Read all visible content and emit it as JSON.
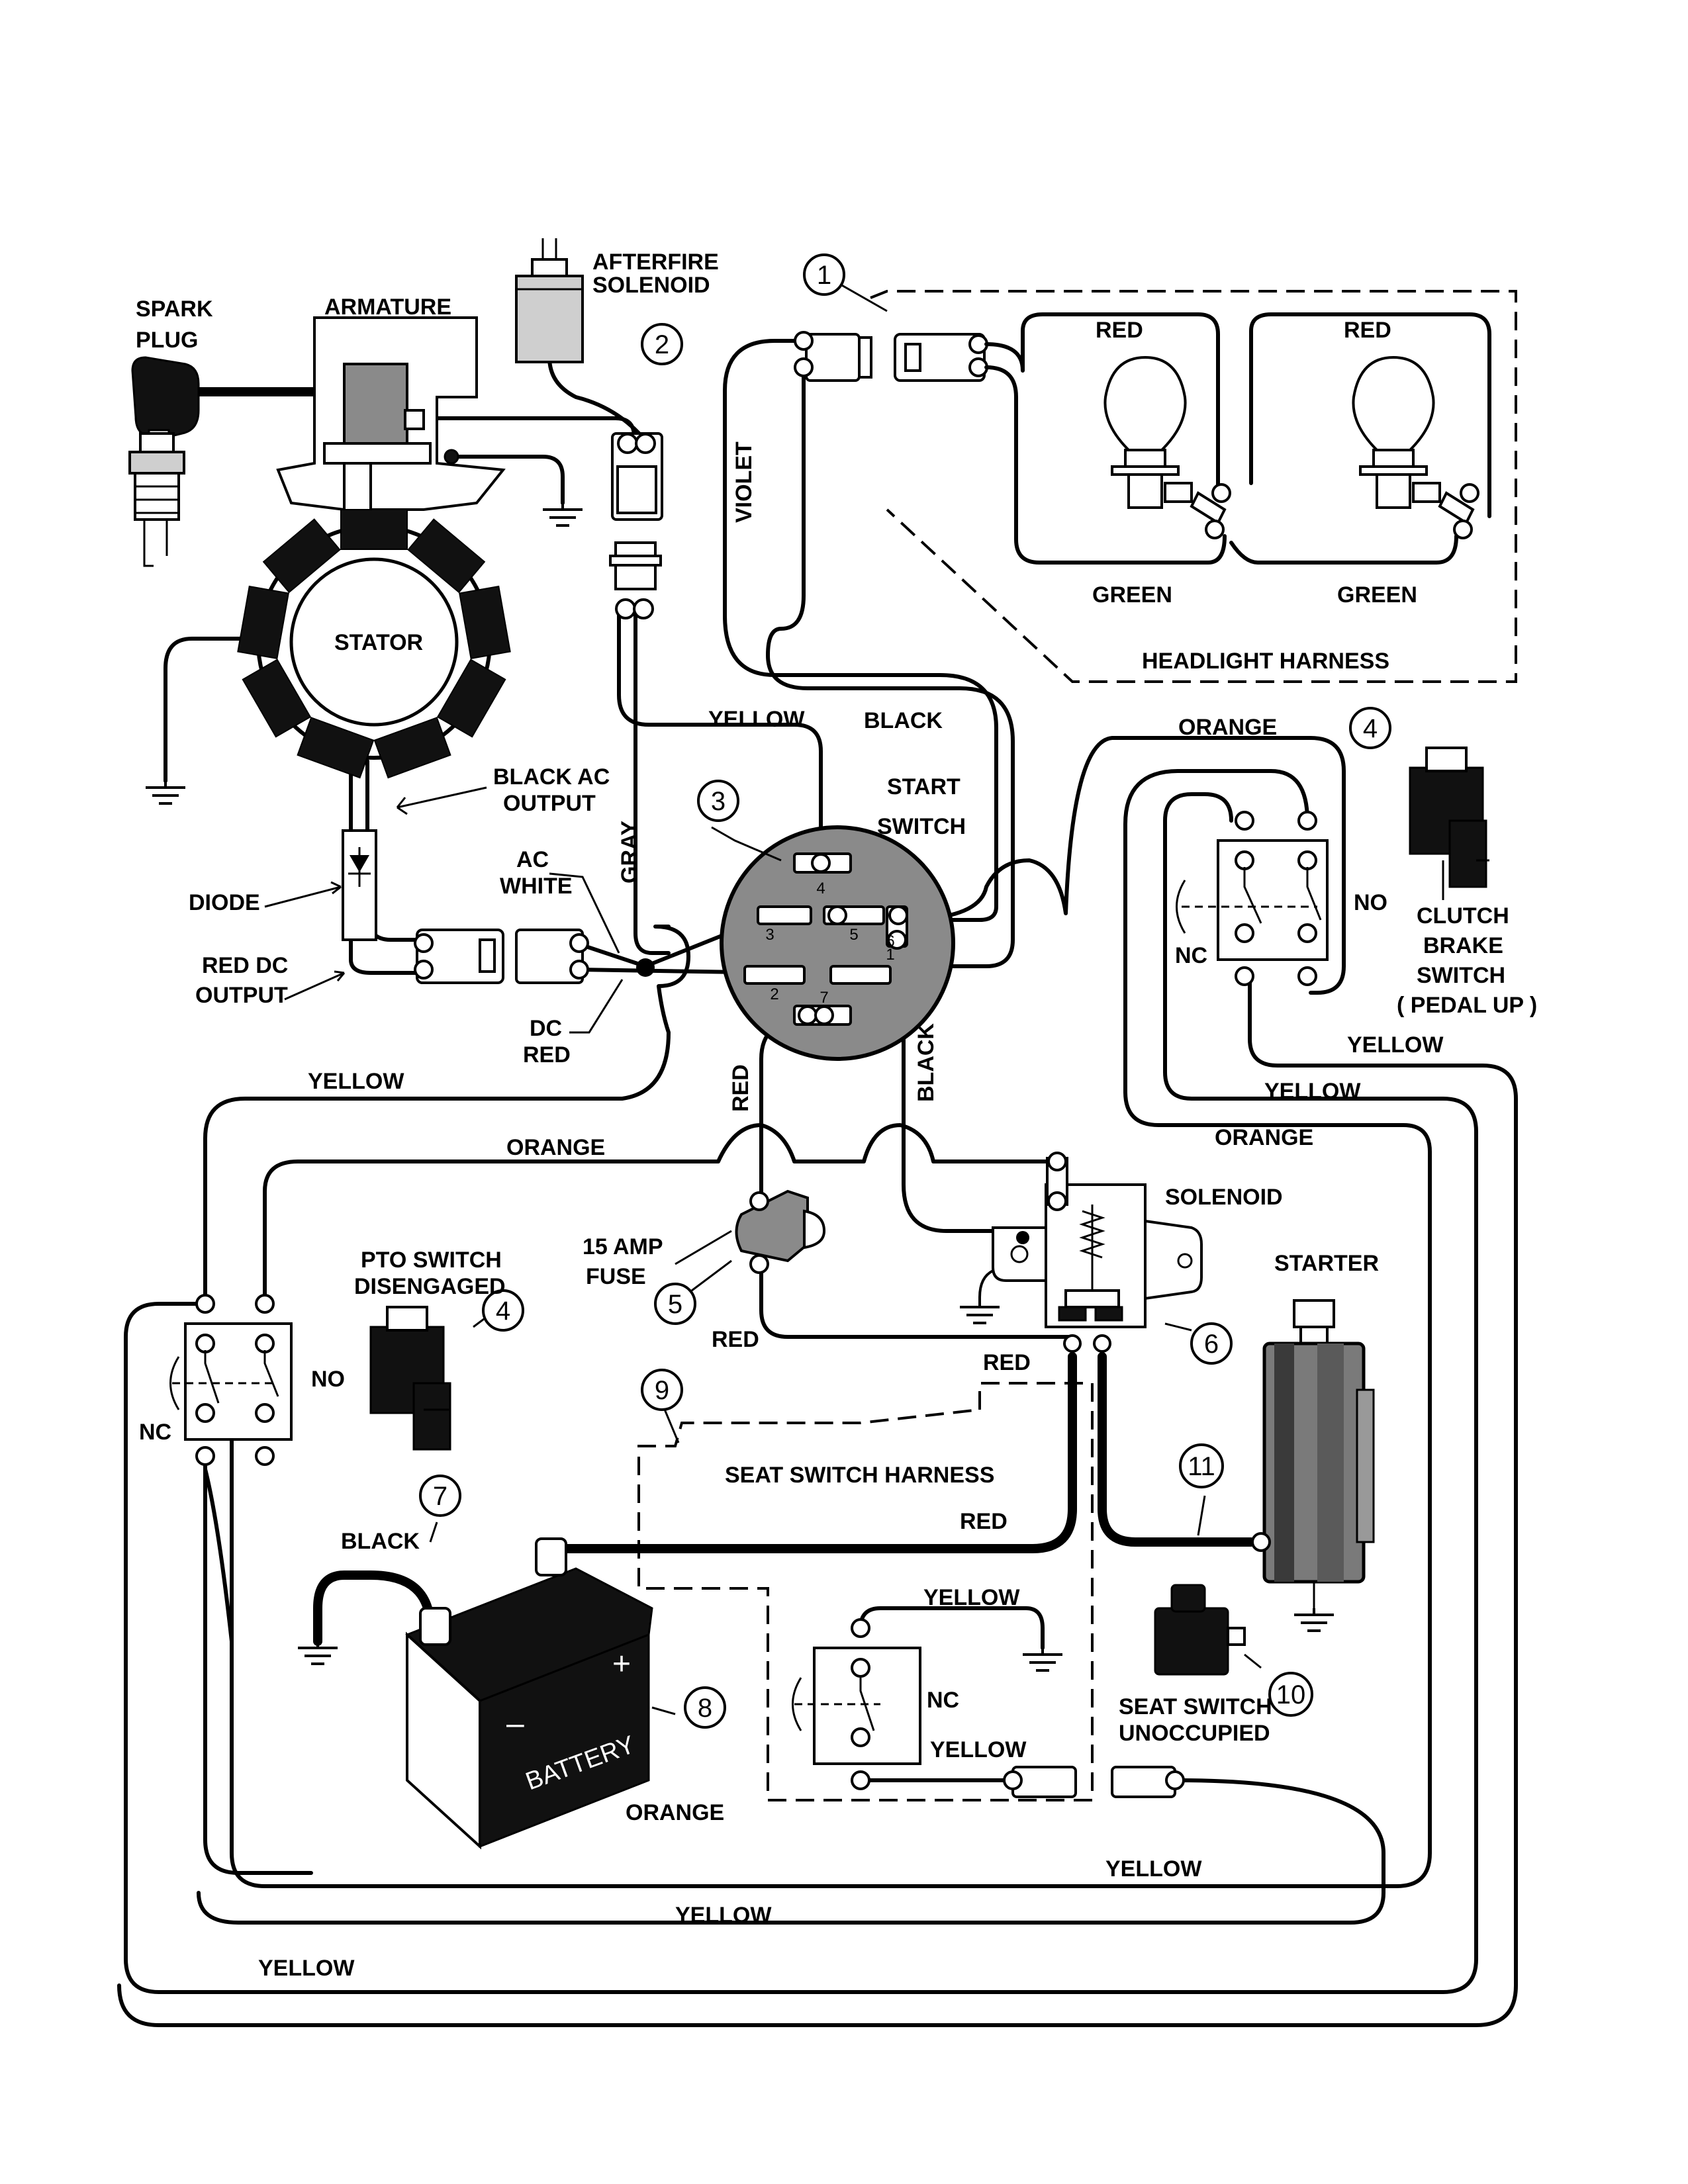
{
  "labels": {
    "spark_plug_1": "SPARK",
    "spark_plug_2": "PLUG",
    "armature": "ARMATURE",
    "afterfire_1": "AFTERFIRE",
    "afterfire_2": "SOLENOID",
    "stator": "STATOR",
    "black_ac_1": "BLACK AC",
    "black_ac_2": "OUTPUT",
    "diode": "DIODE",
    "red_dc_1": "RED DC",
    "red_dc_2": "OUTPUT",
    "ac_1": "AC",
    "ac_2": "WHITE",
    "dc_1": "DC",
    "dc_2": "RED",
    "gray": "GRAY",
    "violet": "VIOLET",
    "yellow_top": "YELLOW",
    "black_top": "BLACK",
    "start_1": "START",
    "start_2": "SWITCH",
    "orange_top": "ORANGE",
    "red_hl_1": "RED",
    "red_hl_2": "RED",
    "green_1": "GREEN",
    "green_2": "GREEN",
    "headlight_harness": "HEADLIGHT HARNESS",
    "no_clutch": "NO",
    "nc_clutch": "NC",
    "clutch_1": "CLUTCH",
    "clutch_2": "BRAKE",
    "clutch_3": "SWITCH",
    "clutch_4": "( PEDAL UP )",
    "yellow_r1": "YELLOW",
    "yellow_r2": "YELLOW",
    "orange_r": "ORANGE",
    "yellow_left": "YELLOW",
    "orange_mid": "ORANGE",
    "red_v": "RED",
    "black_v": "BLACK",
    "solenoid": "SOLENOID",
    "starter": "STARTER",
    "fuse_1": "15 AMP",
    "fuse_2": "FUSE",
    "red_fuse": "RED",
    "red_sol": "RED",
    "pto_1": "PTO SWITCH",
    "pto_2": "DISENGAGED",
    "no_pto": "NO",
    "nc_pto": "NC",
    "black_batt": "BLACK",
    "seat_harness": "SEAT SWITCH HARNESS",
    "red_batt": "RED",
    "battery": "BATTERY",
    "plus": "+",
    "minus": "–",
    "yellow_seat1": "YELLOW",
    "nc_seat": "NC",
    "yellow_seat2": "YELLOW",
    "seat_sw_1": "SEAT SWITCH",
    "seat_sw_2": "UNOCCUPIED",
    "orange_bot": "ORANGE",
    "yellow_b1": "YELLOW",
    "yellow_b2": "YELLOW",
    "yellow_b3": "YELLOW"
  },
  "callouts": {
    "c1": "1",
    "c2": "2",
    "c3": "3",
    "c4a": "4",
    "c4b": "4",
    "c5": "5",
    "c6": "6",
    "c7": "7",
    "c8": "8",
    "c9": "9",
    "c10": "10",
    "c11": "11"
  },
  "pins": {
    "p1": "1",
    "p2": "2",
    "p3": "3",
    "p4": "4",
    "p5": "5",
    "p6": "6",
    "p7": "7"
  },
  "icons": [
    "ground-icon",
    "lamp-icon",
    "diode-icon",
    "spark-plug-icon",
    "battery-icon",
    "fuse-icon",
    "switch-icon"
  ]
}
